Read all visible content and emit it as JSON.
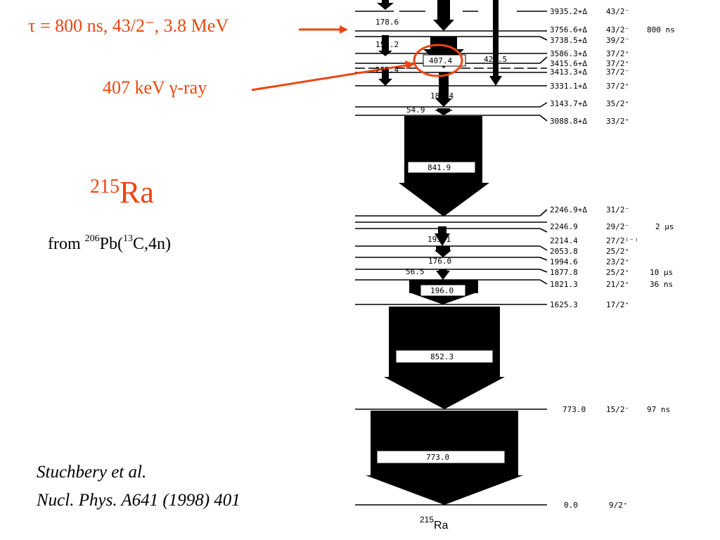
{
  "annotations": {
    "isomer": "τ = 800 ns, 43/2⁻, 3.8 MeV",
    "gamma_ray": "407 keV γ-ray",
    "nucleus_mass": "215",
    "nucleus_symbol": "Ra",
    "from_prefix": "from ",
    "target_mass": "206",
    "target_symbol": "Pb(",
    "beam_mass": "13",
    "beam_rest": "C,4n)",
    "reference_line1": "Stuchbery et al.",
    "reference_line2": "Nucl. Phys. A641 (1998) 401"
  },
  "colors": {
    "annotation": "#ee4411",
    "scheme": "#000000"
  },
  "levels": [
    {
      "energy": "3935.2+Δ",
      "spin": "43/2⁻",
      "halflife": ""
    },
    {
      "energy": "3756.6+Δ",
      "spin": "43/2⁻",
      "halflife": "800 ns"
    },
    {
      "energy": "3738.5+Δ",
      "spin": "39/2⁻",
      "halflife": ""
    },
    {
      "energy": "3586.3+Δ",
      "spin": "37/2⁺",
      "halflife": ""
    },
    {
      "energy": "3415.6+Δ",
      "spin": "37/2⁺",
      "halflife": ""
    },
    {
      "energy": "3413.3+Δ",
      "spin": "37/2⁻",
      "halflife": ""
    },
    {
      "energy": "3331.1+Δ",
      "spin": "37/2⁺",
      "halflife": ""
    },
    {
      "energy": "3143.7+Δ",
      "spin": "35/2⁺",
      "halflife": ""
    },
    {
      "energy": "3088.8+Δ",
      "spin": "33/2⁺",
      "halflife": ""
    },
    {
      "energy": "2246.9+Δ",
      "spin": "31/2⁻",
      "halflife": ""
    },
    {
      "energy": "2246.9",
      "spin": "29/2⁻",
      "halflife": "2 μs"
    },
    {
      "energy": "2214.4",
      "spin": "27/2⁽⁻⁾",
      "halflife": ""
    },
    {
      "energy": "2053.8",
      "spin": "25/2⁺",
      "halflife": ""
    },
    {
      "energy": "1994.6",
      "spin": "23/2⁺",
      "halflife": ""
    },
    {
      "energy": "1877.8",
      "spin": "25/2⁺",
      "halflife": "10 μs"
    },
    {
      "energy": "1821.3",
      "spin": "21/2⁺",
      "halflife": "36 ns"
    },
    {
      "energy": "1625.3",
      "spin": "17/2⁺",
      "halflife": ""
    },
    {
      "energy": "773.0",
      "spin": "15/2⁻",
      "halflife": "97 ns"
    },
    {
      "energy": "0.0",
      "spin": "9/2⁺",
      "halflife": ""
    }
  ],
  "transitions": [
    "178.6",
    "152.2",
    "255.4",
    "407.4",
    "425.5",
    "187.4",
    "54.9",
    "841.9",
    "193.1",
    "176.0",
    "56.5",
    "196.0",
    "852.3",
    "773.0"
  ],
  "scheme_label": {
    "mass": "215",
    "symbol": "Ra"
  }
}
